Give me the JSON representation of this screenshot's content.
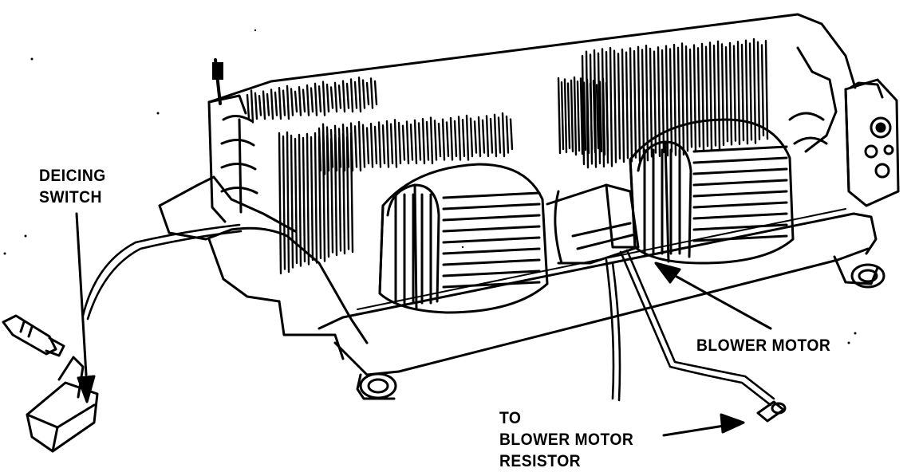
{
  "labels": {
    "deicing_switch": [
      "DEICING",
      "SWITCH"
    ],
    "blower_motor": "BLOWER MOTOR",
    "resistor": [
      "TO",
      "BLOWER MOTOR",
      "RESISTOR"
    ]
  },
  "colors": {
    "ink": "#000000",
    "paper": "#ffffff"
  }
}
